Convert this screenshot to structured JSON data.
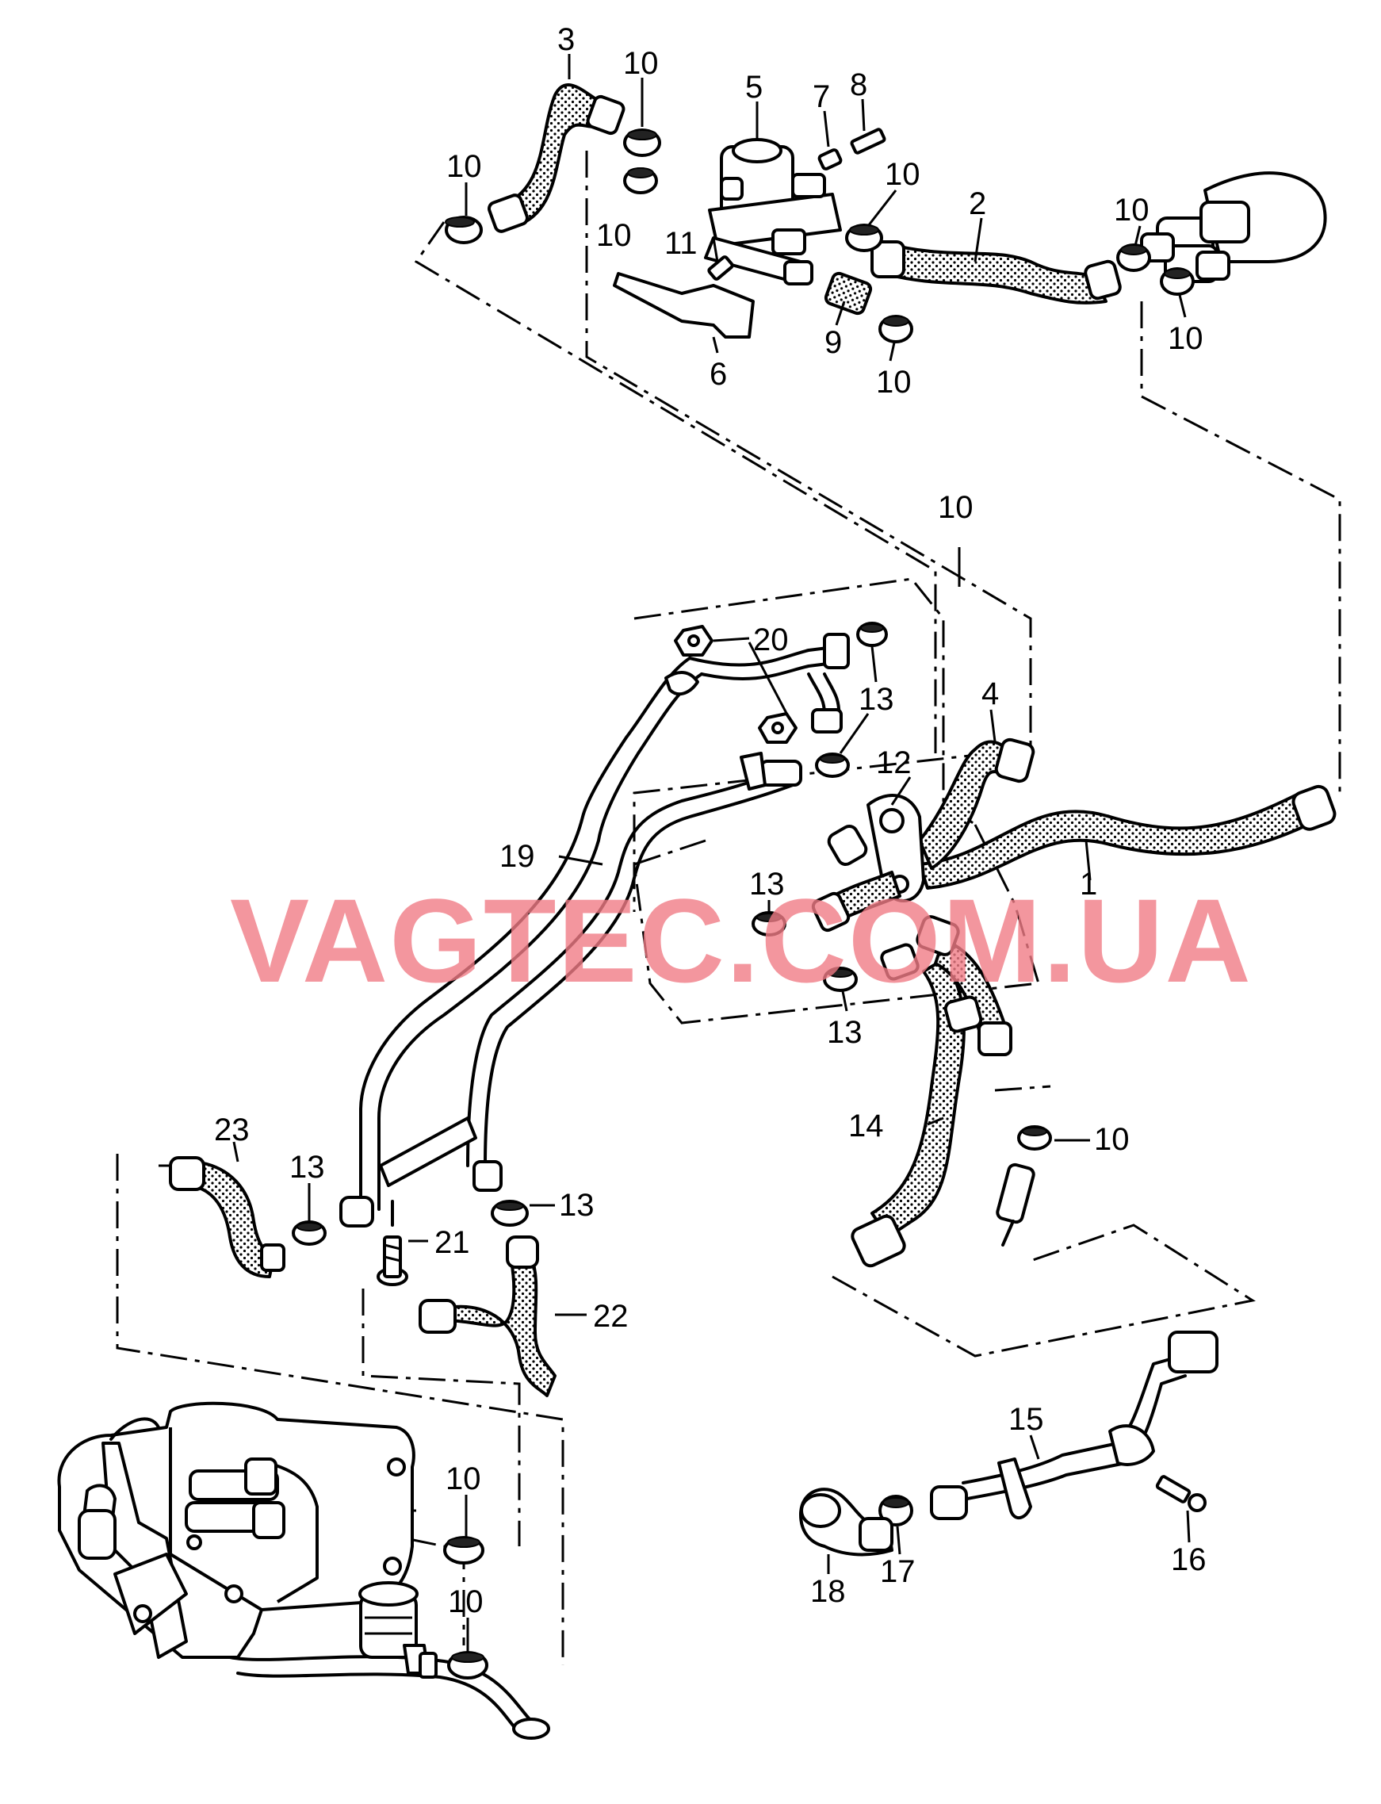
{
  "watermark": "VAGTEC.COM.UA",
  "callouts": {
    "c1": "1",
    "c2": "2",
    "c3": "3",
    "c4": "4",
    "c5": "5",
    "c6": "6",
    "c7": "7",
    "c8": "8",
    "c9": "9",
    "c10a": "10",
    "c10b": "10",
    "c10c": "10",
    "c10d": "10",
    "c10e": "10",
    "c10f": "10",
    "c10g": "10",
    "c10h": "10",
    "c10i": "10",
    "c10j": "10",
    "c10k": "10",
    "c11": "11",
    "c12": "12",
    "c13a": "13",
    "c13b": "13",
    "c13c": "13",
    "c13d": "13",
    "c13e": "13",
    "c14": "14",
    "c15": "15",
    "c16": "16",
    "c17": "17",
    "c18": "18",
    "c19": "19",
    "c20": "20",
    "c21": "21",
    "c22": "22",
    "c23": "23"
  },
  "colors": {
    "watermark": "#f07c86",
    "line": "#000000",
    "background": "#ffffff"
  }
}
